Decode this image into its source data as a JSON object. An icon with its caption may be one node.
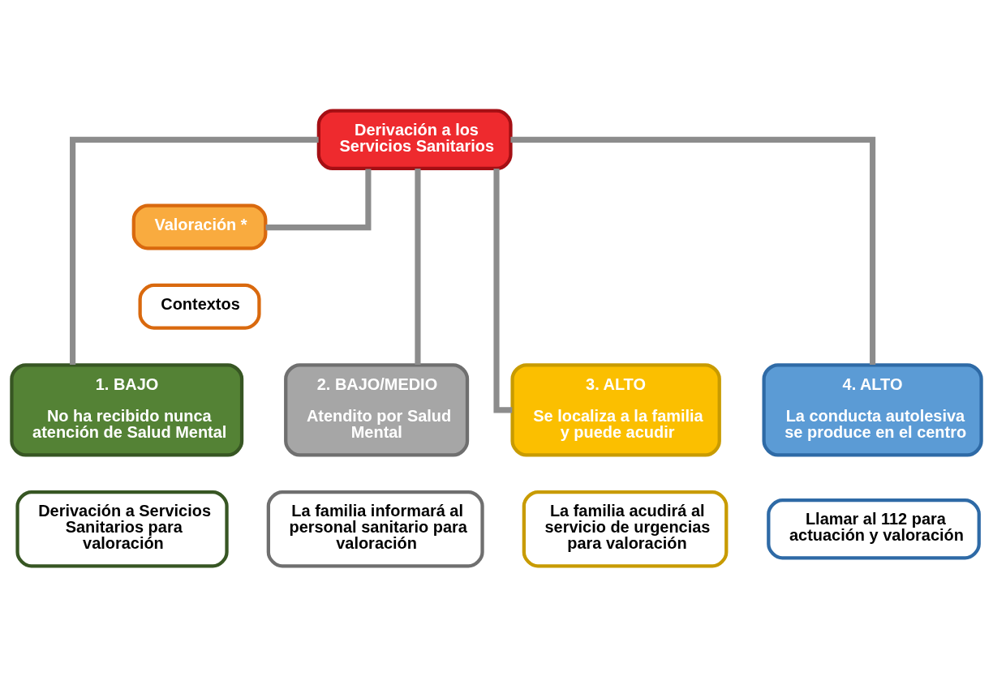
{
  "diagram": {
    "nodes": [
      {
        "text": [
          "Derivación a los Servicios Sanitarios"
        ]
      },
      {
        "text": [
          "Valoración *"
        ]
      },
      {
        "text": [
          "Contextos"
        ]
      },
      {
        "text": [
          "1. BAJO",
          "No ha recibido nunca atención de Salud Mental"
        ]
      },
      {
        "text": [
          "Derivación a Servicios Sanitarios para valoración"
        ]
      },
      {
        "text": [
          "2. BAJO/MEDIO",
          "Atendito por Salud Mental"
        ]
      },
      {
        "text": [
          "La familia informará al personal sanitario para valoración"
        ]
      },
      {
        "text": [
          "3. ALTO",
          "Se localiza a la familia y puede acudir"
        ]
      },
      {
        "text": [
          "La familia acudirá al servicio de urgencias para valoración"
        ]
      },
      {
        "text": [
          "4. ALTO",
          "La conducta autolesiva se produce en el centro"
        ]
      },
      {
        "text": [
          "Llamar al 112 para actuación y valoración"
        ]
      }
    ],
    "edges": [
      {
        "from": 0,
        "to": 1,
        "arrow": "none"
      },
      {
        "from": 0,
        "to": 3,
        "arrow": "none"
      },
      {
        "from": 0,
        "to": 5,
        "arrow": "none"
      },
      {
        "from": 0,
        "to": 7,
        "arrow": "none"
      },
      {
        "from": 0,
        "to": 9,
        "arrow": "none"
      }
    ]
  }
}
